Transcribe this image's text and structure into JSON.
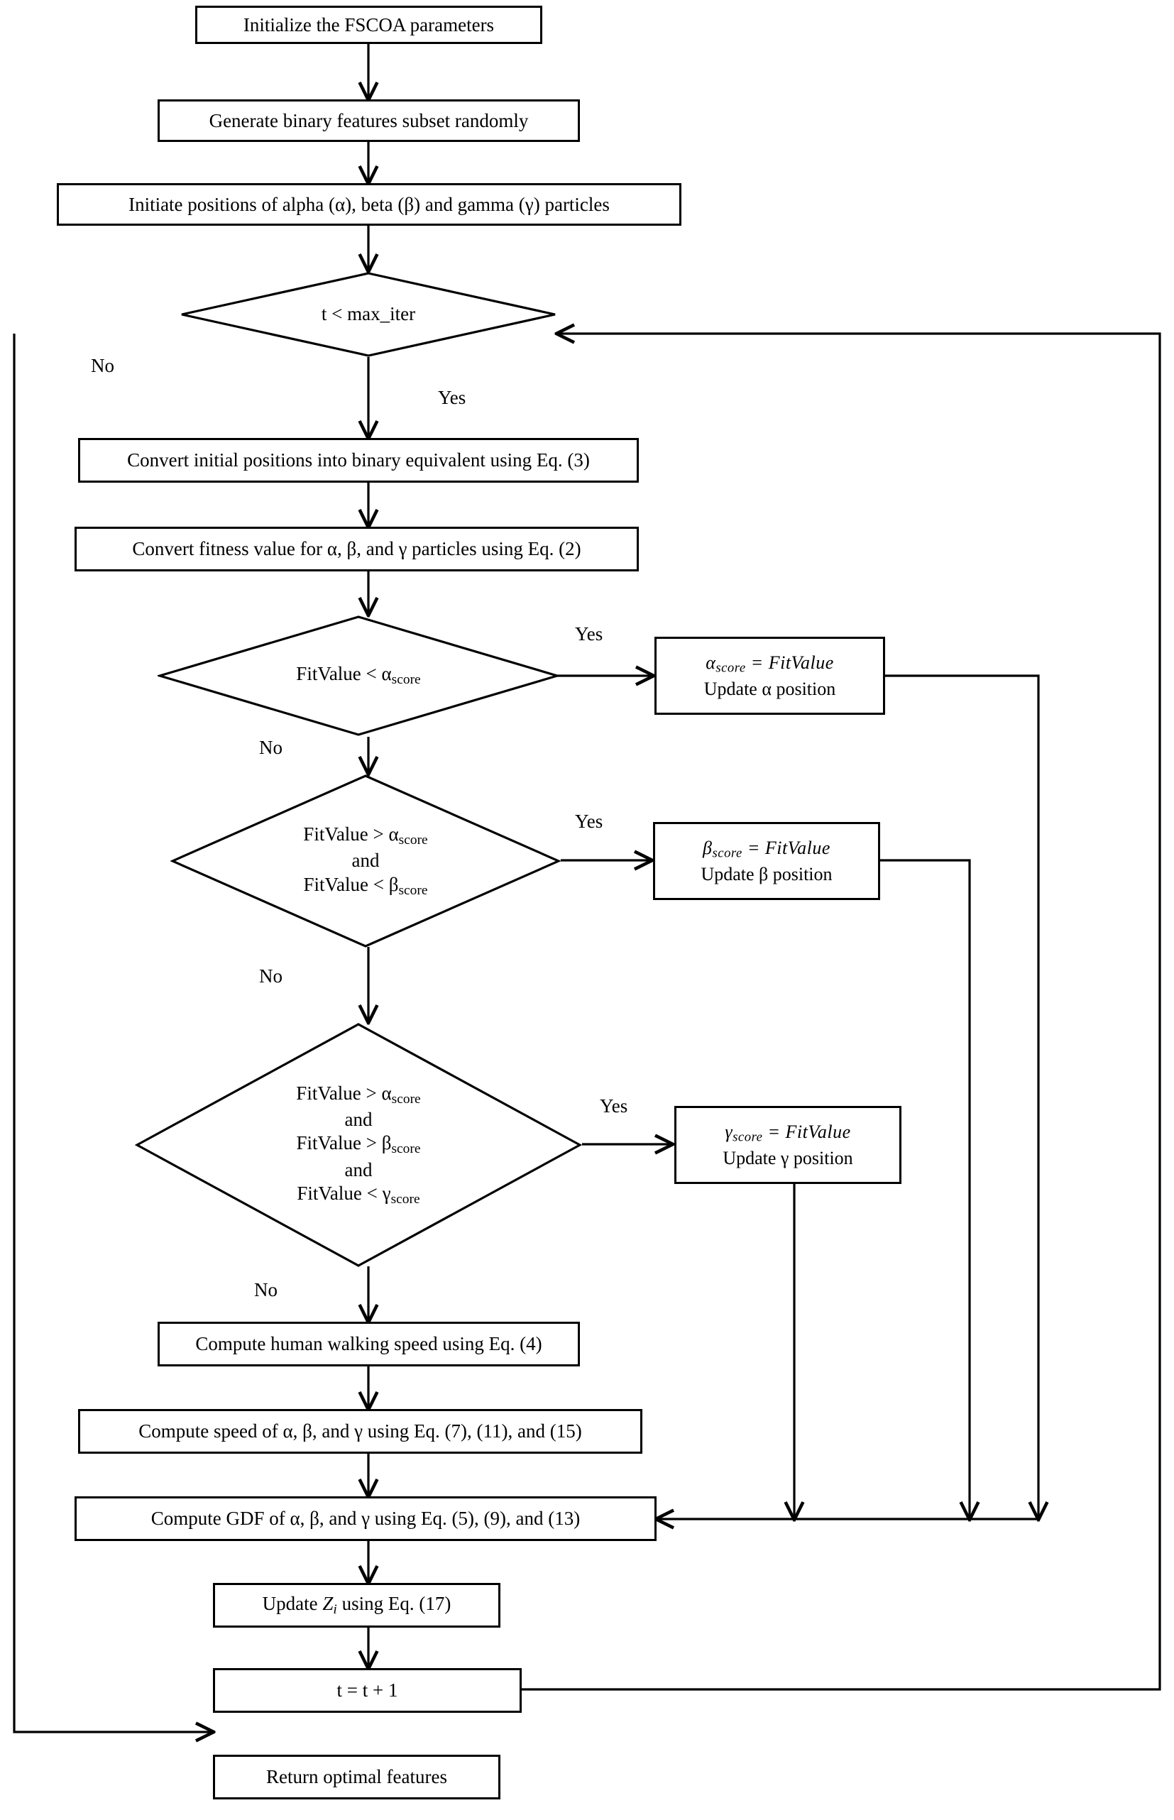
{
  "diagram": {
    "title": "FSCOA feature selection flowchart",
    "stroke_color": "#000000",
    "fill_color": "#ffffff"
  },
  "nodes": {
    "init_params": {
      "label": "Initialize the FSCOA parameters",
      "shape": "process"
    },
    "gen_subset": {
      "label": "Generate binary features subset randomly",
      "shape": "process"
    },
    "init_positions": {
      "label": "Initiate positions of alpha (α), beta (β) and gamma (γ) particles",
      "shape": "process"
    },
    "loop_cond": {
      "label": "t <  max_iter",
      "shape": "decision"
    },
    "convert_positions": {
      "label": "Convert initial positions into binary equivalent using Eq. (3)",
      "shape": "process"
    },
    "convert_fitness": {
      "label": "Convert fitness value for α, β, and γ particles using Eq. (2)",
      "shape": "process"
    },
    "alpha_cond": {
      "lines": [
        "FitValue  <  αscore"
      ],
      "shape": "decision"
    },
    "alpha_update": {
      "line1": "αscore =  FitValue",
      "line2": "Update α position",
      "shape": "process"
    },
    "beta_cond": {
      "lines": [
        "FitValue  >  αscore",
        "and",
        "FitValue  <  βscore"
      ],
      "shape": "decision"
    },
    "beta_update": {
      "line1": "βscore =  FitValue",
      "line2": "Update β position",
      "shape": "process"
    },
    "gamma_cond": {
      "lines": [
        "FitValue  >  αscore",
        "and",
        "FitValue  >  βscore",
        "and",
        "FitValue  <  γscore"
      ],
      "shape": "decision"
    },
    "gamma_update": {
      "line1": "γscore =  FitValue",
      "line2": "Update γ position",
      "shape": "process"
    },
    "walk_speed": {
      "label": "Compute human walking speed using Eq. (4)",
      "shape": "process"
    },
    "speed_abg": {
      "label": "Compute speed of α, β, and γ using Eq. (7), (11), and (15)",
      "shape": "process"
    },
    "gdf_abg": {
      "label": "Compute GDF of α, β, and γ using Eq. (5), (9), and (13)",
      "shape": "process"
    },
    "update_z": {
      "label": "Update Zi using Eq. (17)",
      "shape": "process"
    },
    "increment_t": {
      "label": "t =  t + 1",
      "shape": "process"
    },
    "return_features": {
      "label": "Return optimal features",
      "shape": "process"
    }
  },
  "edge_labels": {
    "loop_no": "No",
    "loop_yes": "Yes",
    "alpha_yes": "Yes",
    "alpha_no": "No",
    "beta_yes": "Yes",
    "beta_no": "No",
    "gamma_yes": "Yes",
    "gamma_no": "No"
  }
}
